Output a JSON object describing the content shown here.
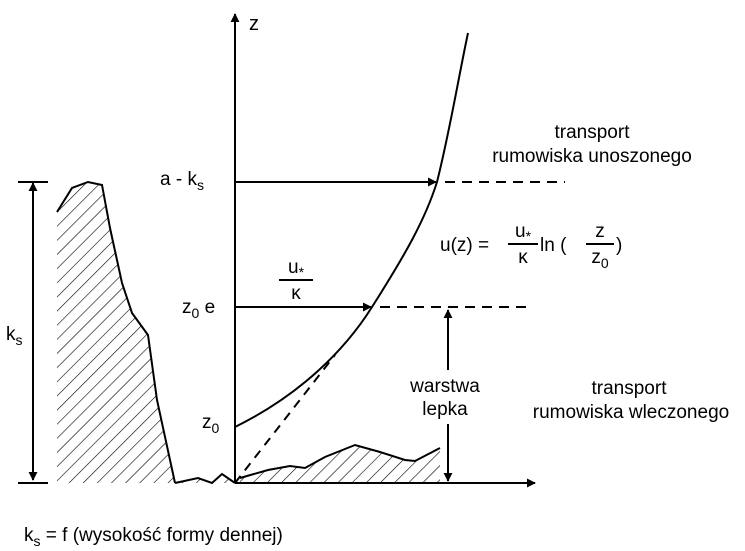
{
  "axis": {
    "z_label": "z"
  },
  "labels": {
    "a_minus_ks": {
      "main": "a - k",
      "sub": "s"
    },
    "z0e": {
      "main": "z",
      "sub": "0",
      "tail": " e"
    },
    "z0": {
      "main": "z",
      "sub": "0"
    },
    "ks": {
      "main": "k",
      "sub": "s"
    },
    "shear_fraction": {
      "num": "u",
      "num_mark": "*",
      "den": "κ"
    }
  },
  "formula": {
    "lhs": "u(z) = ",
    "coef_num": "u",
    "coef_mark": "*",
    "coef_den": "κ",
    "ln": " ln (",
    "arg_num": "z",
    "arg_den_main": "z",
    "arg_den_sub": "0",
    "close": ")"
  },
  "annotations": {
    "suspended_line1": "transport",
    "suspended_line2": "rumowiska unoszonego",
    "viscous_line1": "warstwa",
    "viscous_line2": "lepka",
    "bedload_line1": "transport",
    "bedload_line2": "rumowiska wleczonego"
  },
  "footer": {
    "ks_main": "k",
    "ks_sub": "s",
    "text": " = f (wysokość formy dennej)"
  },
  "colors": {
    "ink": "#000000",
    "background": "#ffffff"
  }
}
